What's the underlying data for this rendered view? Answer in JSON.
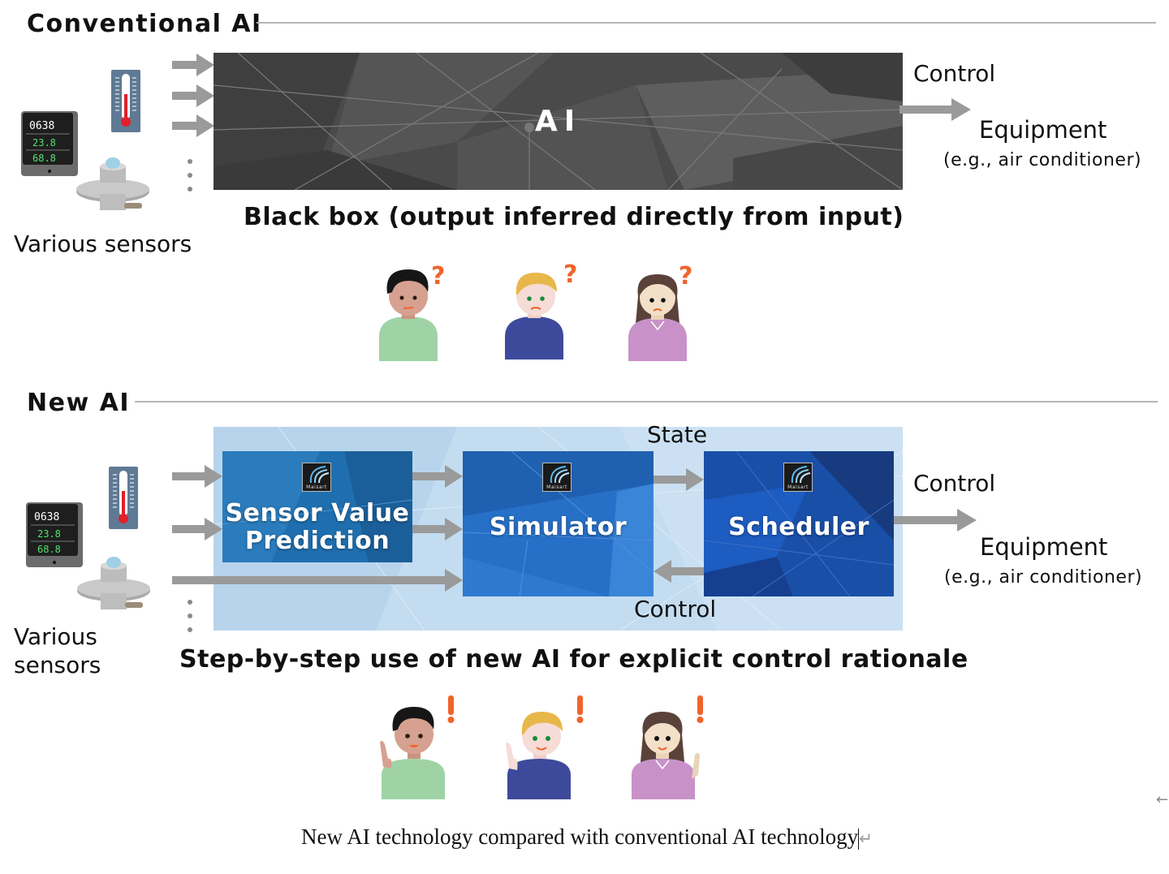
{
  "conventional": {
    "title": "Conventional AI",
    "ai_label": "AI",
    "box_caption": "Black box (output inferred directly from input)",
    "sensors_label": "Various sensors",
    "control_label": "Control",
    "equipment_label": "Equipment",
    "equipment_example": "(e.g., air conditioner)",
    "reaction_mark": "?",
    "people": [
      {
        "name": "curly-hair-man",
        "expression": "confused",
        "shirt_color": "#9fd3a5"
      },
      {
        "name": "blond-man",
        "expression": "confused",
        "shirt_color": "#3d4a9b"
      },
      {
        "name": "long-hair-woman",
        "expression": "confused",
        "shirt_color": "#c892c8"
      }
    ]
  },
  "new_ai": {
    "title": "New AI",
    "sensors_label": "Various\nsensors",
    "sensors_line1": "Various",
    "sensors_line2": "sensors",
    "modules": [
      {
        "line1": "Sensor Value",
        "line2": "Prediction",
        "logo": "Maisart"
      },
      {
        "line1": "Simulator",
        "line2": "",
        "logo": "Maisart"
      },
      {
        "line1": "Scheduler",
        "line2": "",
        "logo": "Maisart"
      }
    ],
    "state_label": "State",
    "loop_control_label": "Control",
    "control_label": "Control",
    "equipment_label": "Equipment",
    "equipment_example": "(e.g., air conditioner)",
    "box_caption": "Step-by-step use of new AI for explicit control rationale",
    "reaction_mark": "!",
    "people": [
      {
        "name": "curly-hair-man",
        "expression": "understanding",
        "shirt_color": "#9fd3a5"
      },
      {
        "name": "blond-man",
        "expression": "understanding",
        "shirt_color": "#3d4a9b"
      },
      {
        "name": "long-hair-woman",
        "expression": "understanding",
        "shirt_color": "#c892c8"
      }
    ]
  },
  "sensor_display": {
    "co2": "0638",
    "temperature": "23.8",
    "humidity": "68.8"
  },
  "document": {
    "caption": "New AI technology compared with conventional AI technology",
    "paragraph_mark": "↵",
    "margin_mark": "←"
  },
  "colors": {
    "arrow": "#9a9a9a",
    "accent_orange": "#f0642a",
    "blackbox": "#4a4a4a",
    "newbox_bg": "#c3dcf0",
    "module_blue_1": "#1f6fb0",
    "module_blue_2": "#2670c8",
    "module_blue_3": "#1a4fa8"
  }
}
